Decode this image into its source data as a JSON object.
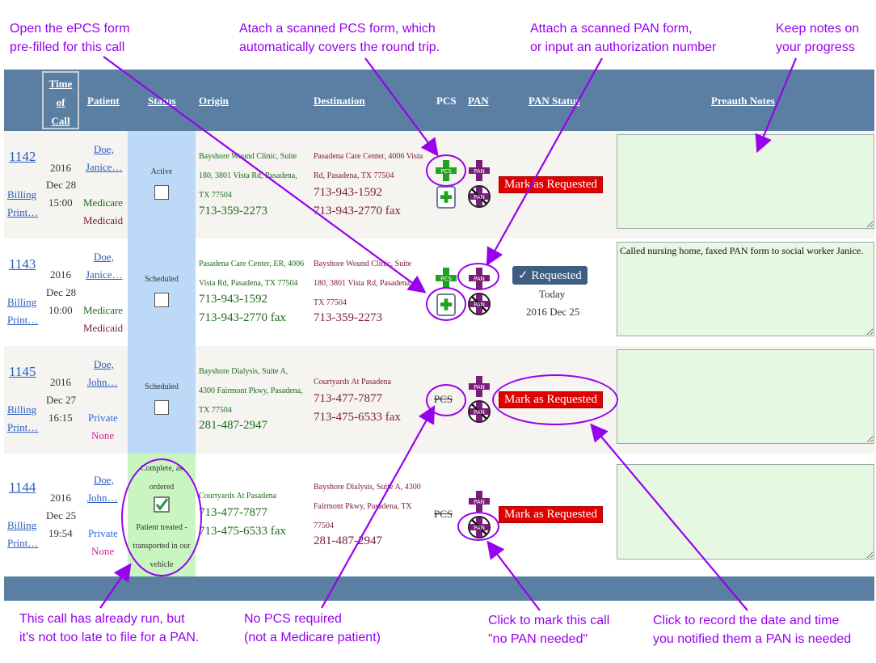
{
  "callouts": {
    "epcs": "Open the ePCS form\npre-filled for this call",
    "pcs": "Atach a scanned PCS form, which\nautomatically covers the round trip.",
    "pan": "Attach a scanned PAN form,\nor input an authorization number",
    "notes": "Keep notes on\nyour progress",
    "already_run": "This call has already run, but\nit's not too late to file for a PAN.",
    "no_pcs": "No PCS required\n(not a Medicare patient)",
    "no_pan": "Click to mark this call\n\"no PAN needed\"",
    "record": "Click to record the date and time\nyou notified them a PAN is needed"
  },
  "headers": {
    "time": "Time\nof\nCall",
    "patient": "Patient",
    "status": "Status",
    "origin": "Origin",
    "destination": "Destination",
    "pcs": "PCS",
    "pan": "PAN",
    "pan_status": "PAN Status",
    "notes": "Preauth Notes"
  },
  "rows": [
    {
      "num": "1142",
      "billing": "Billing",
      "print": "Print…",
      "year": "2016",
      "date": "Dec 28",
      "time": "15:00",
      "patient": "Doe,",
      "patient2": "Janice…",
      "ins1": "Medicare",
      "ins2": "Medicaid",
      "status": "Active",
      "origin_l1": "Bayshore Wound Clinic, Suite",
      "origin_l2": "180, 3801 Vista Rd, Pasadena,",
      "origin_l3": "TX 77504",
      "origin_phone": "713-359-2273",
      "dest_l1": "Pasadena Care Center, 4006 Vista",
      "dest_l2": "Rd, Pasadena, TX 77504",
      "dest_phone": "713-943-1592",
      "dest_fax": "713-943-2770 fax",
      "pan_btn": "Mark as Requested",
      "notes": ""
    },
    {
      "num": "1143",
      "billing": "Billing",
      "print": "Print…",
      "year": "2016",
      "date": "Dec 28",
      "time": "10:00",
      "patient": "Doe,",
      "patient2": "Janice…",
      "ins1": "Medicare",
      "ins2": "Medicaid",
      "status": "Scheduled",
      "origin_l1": "Pasadena Care Center, ER, 4006",
      "origin_l2": "Vista Rd, Pasadena, TX 77504",
      "origin_phone": "713-943-1592",
      "origin_fax": "713-943-2770 fax",
      "dest_l1": "Bayshore Wound Clinic, Suite",
      "dest_l2": "180, 3801 Vista Rd, Pasadena,",
      "dest_l3": "TX 77504",
      "dest_phone": "713-359-2273",
      "pan_btn": "✓ Requested",
      "pan_when": "Today",
      "pan_date": "2016 Dec 25",
      "notes": "Called nursing home, faxed PAN form to social worker Janice."
    },
    {
      "num": "1145",
      "billing": "Billing",
      "print": "Print…",
      "year": "2016",
      "date": "Dec 27",
      "time": "16:15",
      "patient": "Doe,",
      "patient2": "John…",
      "ins1": "Private",
      "ins2": "None",
      "status": "Scheduled",
      "origin_l1": "Bayshore Dialysis, Suite A,",
      "origin_l2": "4300 Fairmont Pkwy, Pasadena,",
      "origin_l3": "TX 77504",
      "origin_phone": "281-487-2947",
      "dest_l1": "Courtyards At Pasadena",
      "dest_phone": "713-477-7877",
      "dest_fax": "713-475-6533 fax",
      "pcs_text": "PCS",
      "pan_btn": "Mark as Requested",
      "notes": ""
    },
    {
      "num": "1144",
      "billing": "Billing",
      "print": "Print…",
      "year": "2016",
      "date": "Dec 25",
      "time": "19:54",
      "patient": "Doe,",
      "patient2": "John…",
      "ins1": "Private",
      "ins2": "None",
      "status": "Complete, as ordered",
      "status_note": "Patient treated - transported in our vehicle",
      "origin_l1": "Courtyards At Pasadena",
      "origin_phone": "713-477-7877",
      "origin_fax": "713-475-6533 fax",
      "dest_l1": "Bayshore Dialysis, Suite A, 4300",
      "dest_l2": "Fairmont Pkwy, Pasadena, TX",
      "dest_l3": "77504",
      "dest_phone": "281-487-2947",
      "pcs_text": "PCS",
      "pan_btn": "Mark as Requested",
      "notes": ""
    }
  ],
  "icons": {
    "pcs_plus": "PCS",
    "pan_plus": "PAN",
    "pan_cross": "PAN"
  },
  "colors": {
    "header": "#5b7fa3",
    "accent": "#9900ee",
    "pcs_green": "#22a022",
    "pan_purple": "#7a1d7a",
    "btn_red": "#e00000"
  }
}
